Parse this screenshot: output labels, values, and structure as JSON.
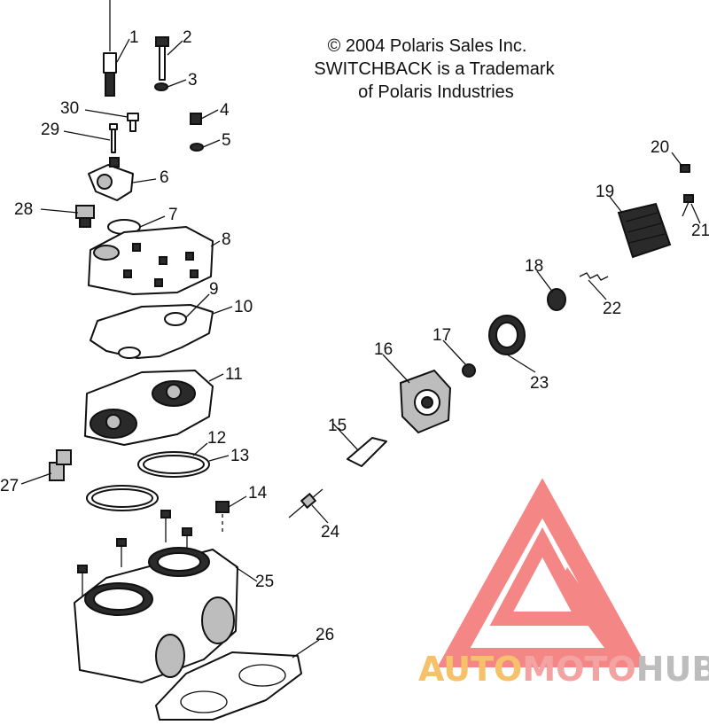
{
  "copyright": {
    "line1": "© 2004 Polaris Sales Inc.",
    "line2": "SWITCHBACK is a Trademark",
    "line3": "of Polaris Industries"
  },
  "callouts": [
    "1",
    "2",
    "3",
    "4",
    "5",
    "6",
    "7",
    "8",
    "9",
    "10",
    "11",
    "12",
    "13",
    "14",
    "15",
    "16",
    "17",
    "18",
    "19",
    "20",
    "21",
    "22",
    "23",
    "24",
    "25",
    "26",
    "27",
    "28",
    "29",
    "30"
  ],
  "watermark": {
    "part1": "AUTO",
    "part2": "MOTO",
    "part3": "HUB",
    "color_part1": "#f5c26b",
    "color_part2": "#f4a3a3",
    "color_part3": "#bdbdbd",
    "logo_color": "#f47a7a"
  }
}
